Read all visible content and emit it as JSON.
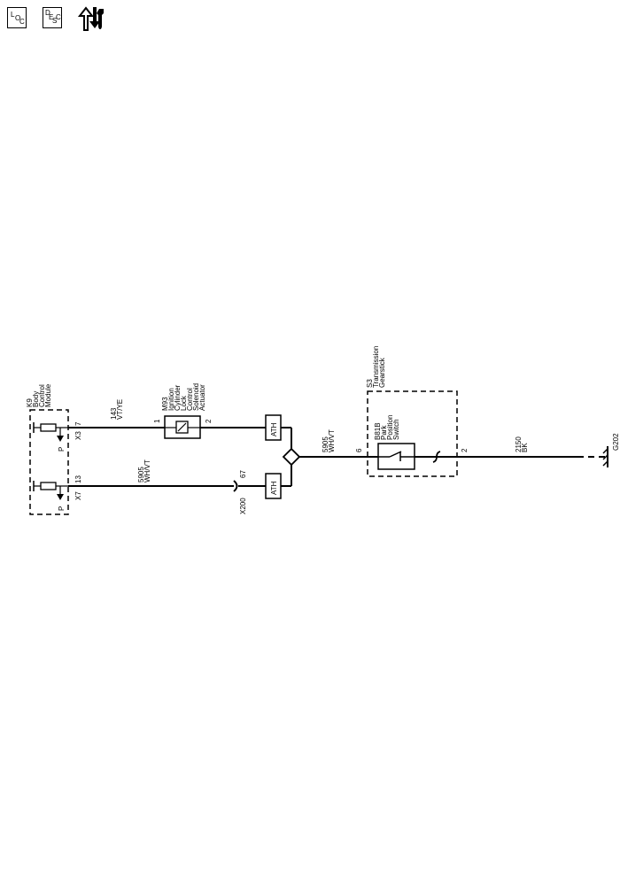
{
  "toolbar": {
    "locator": {
      "l": "L",
      "o": "O",
      "c": "C"
    },
    "description": {
      "d": "D",
      "e": "E",
      "s": "S",
      "c": "C"
    },
    "repair_icon": "up-down-wrench-icon"
  },
  "modules": {
    "bcm": {
      "ref": "K9",
      "line1": "Body",
      "line2": "Control",
      "line3": "Module",
      "conn_top": "X3",
      "pin_top": "7",
      "conn_bottom": "X7",
      "pin_bottom": "13",
      "type_top": "P",
      "type_bottom": "P"
    },
    "actuator": {
      "ref": "M93",
      "l1": "Ignition",
      "l2": "Cylinder",
      "l3": "Lock",
      "l4": "Control",
      "l5": "Solenoid",
      "l6": "Actuator",
      "pin_left": "1",
      "pin_right": "2"
    },
    "gearstick": {
      "ref": "S3",
      "l1": "Transmission",
      "l2": "Gearstick",
      "pin_left": "6",
      "pin_right": "2"
    },
    "switch": {
      "ref": "B81B",
      "l1": "Park",
      "l2": "Position",
      "l3": "Switch"
    }
  },
  "wires": {
    "w143": {
      "circuit": "143",
      "color": "VT/YE"
    },
    "w5905_bottom": {
      "circuit": "5905",
      "color": "WH/VT"
    },
    "w5905_right": {
      "circuit": "5905",
      "color": "WH/VT"
    },
    "w2150": {
      "circuit": "2150",
      "color": "BK"
    }
  },
  "connector_x200": {
    "ref": "X200",
    "pin": "67"
  },
  "ath_top": "ATH",
  "ath_bottom": "ATH",
  "ground": "G202"
}
